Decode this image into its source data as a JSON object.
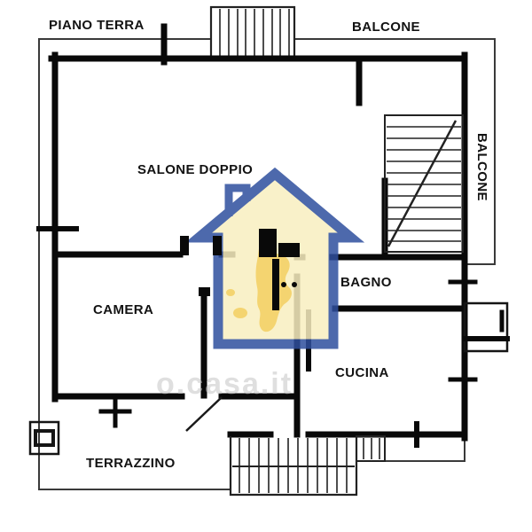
{
  "floorplan": {
    "title": "PIANO TERRA",
    "labels": {
      "balcone_top": "BALCONE",
      "balcone_right": "BALCONE",
      "salone": "SALONE DOPPIO",
      "bagno": "BAGNO",
      "camera": "CAMERA",
      "cucina": "CUCINA",
      "terrazzino": "TERRAZZINO"
    }
  },
  "watermark": {
    "site_text": "o.casa.it",
    "colors": {
      "house_outline_blue": "#2f4f9e",
      "house_fill_yellow": "#f9efc0",
      "italy_yellow": "#f2c94c"
    }
  }
}
